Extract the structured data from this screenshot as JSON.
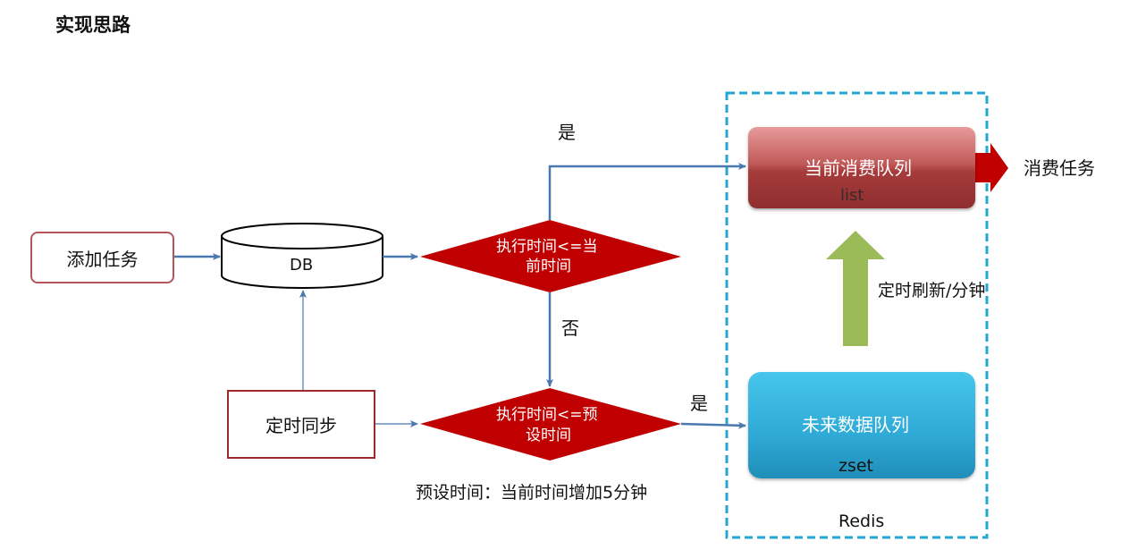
{
  "title": "实现思路",
  "nodes": {
    "add_task": "添加任务",
    "db": "DB",
    "sync": "定时同步",
    "decision_now_line1": "执行时间<=当",
    "decision_now_line2": "前时间",
    "decision_preset_line1": "执行时间<=预",
    "decision_preset_line2": "设时间",
    "current_queue": "当前消费队列",
    "current_queue_type": "list",
    "future_queue": "未来数据队列",
    "future_queue_type": "zset",
    "redis": "Redis",
    "consume": "消费任务"
  },
  "labels": {
    "yes_top": "是",
    "no": "否",
    "yes_bottom": "是",
    "refresh": "定时刷新/分钟",
    "preset_note": "预设时间：当前时间增加5分钟"
  },
  "colors": {
    "arrow": "#4a78b0",
    "decision": "#c00000",
    "redis_border": "#22a6d2",
    "refresh_arrow": "#9bbb59",
    "consume_arrow": "#c00000"
  }
}
